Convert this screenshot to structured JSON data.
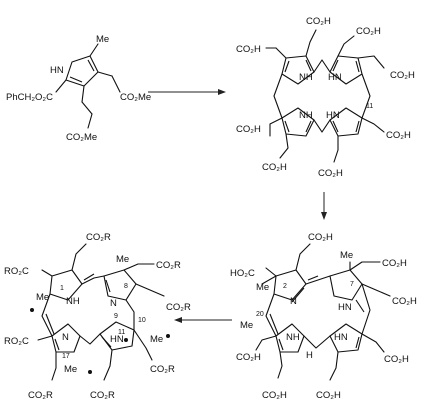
{
  "start_pyrrole": {
    "me": "Me",
    "nh": "HN",
    "ester_left": "PhCH₂O₂C",
    "ester_right": "CO₂Me",
    "ester_bottom": "CO₂Me"
  },
  "uro": {
    "acid": "CO₂H",
    "nh": "NH",
    "hn": "HN",
    "pos11": "11"
  },
  "corrin_like": {
    "acid": "CO₂H",
    "acid_left": "HO₂C",
    "me": "Me",
    "n": "N",
    "nh": "NH",
    "hn": "HN",
    "h": "H",
    "pos2": "2",
    "pos7": "7",
    "pos20": "20"
  },
  "product": {
    "ester": "CO₂R",
    "ester_left": "RO₂C",
    "me": "Me",
    "n": "N",
    "nh": "NH",
    "hn": "HN",
    "pos1": "1",
    "pos8": "8",
    "pos9": "9",
    "pos10": "10",
    "pos11": "11",
    "pos17": "17"
  }
}
